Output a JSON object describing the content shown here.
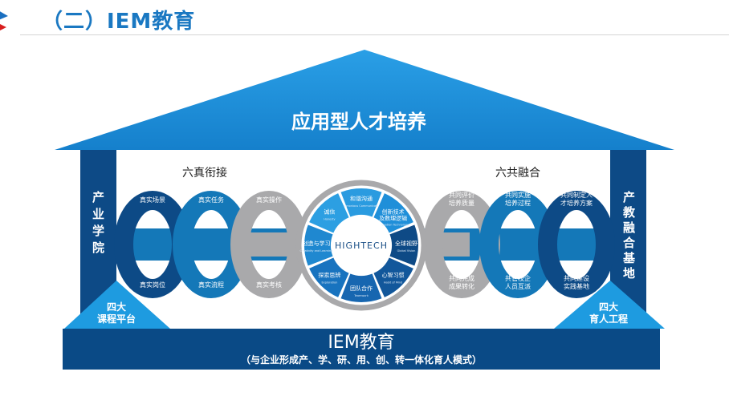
{
  "header": {
    "title": "（二）IEM教育"
  },
  "roof": {
    "label": "应用型人才培养"
  },
  "left_pillar": {
    "label": "产业学院"
  },
  "right_pillar": {
    "label": "产教融合基地"
  },
  "left_corner": {
    "line1": "四大",
    "line2": "课程平台"
  },
  "right_corner": {
    "line1": "四大",
    "line2": "育人工程"
  },
  "left_group": {
    "title": "六真衔接",
    "rings": [
      {
        "top": "真实场景",
        "bottom": "真实岗位"
      },
      {
        "top": "真实任务",
        "bottom": "真实流程"
      },
      {
        "top": "真实操作",
        "bottom": "真实考核"
      }
    ]
  },
  "right_group": {
    "title": "六共融合",
    "rings": [
      {
        "top1": "共同评价",
        "top2": "培养质量",
        "bottom1": "共同完成",
        "bottom2": "成果转化"
      },
      {
        "top1": "共同实施",
        "top2": "培养过程",
        "bottom1": "共管校企",
        "bottom2": "人员互派"
      },
      {
        "top1": "共同制定人",
        "top2": "才培养方案",
        "bottom1": "共同建设",
        "bottom2": "实践基地"
      }
    ]
  },
  "wheel": {
    "center": "HIGHTECH",
    "segments": [
      {
        "label": "和谐沟通",
        "sub": "Harmonious Communication",
        "color": "#2a9be0"
      },
      {
        "label": "创新技术及数理逻辑",
        "sub": "Innovation Technology",
        "color": "#1f8fd9"
      },
      {
        "label": "全球视野",
        "sub": "Global Vision",
        "color": "#0e4a86"
      },
      {
        "label": "心智习惯",
        "sub": "Habit of Mind",
        "color": "#12579b"
      },
      {
        "label": "团队合作",
        "sub": "Teamwork",
        "color": "#1766b0"
      },
      {
        "label": "探索思辨",
        "sub": "Exploration",
        "color": "#1873bf"
      },
      {
        "label": "创造与学习",
        "sub": "Creativity and Learning",
        "color": "#1f88d0"
      },
      {
        "label": "诚信",
        "sub": "Honesty",
        "color": "#2c9fe2"
      }
    ]
  },
  "base": {
    "title": "IEM教育",
    "subtitle": "（与企业形成产、学、研、用、创、转一体化育人模式）"
  },
  "colors": {
    "dark": "#0d4a86",
    "mid": "#1478b8",
    "light": "#1e9be0",
    "gray": "#a9a9ab"
  }
}
